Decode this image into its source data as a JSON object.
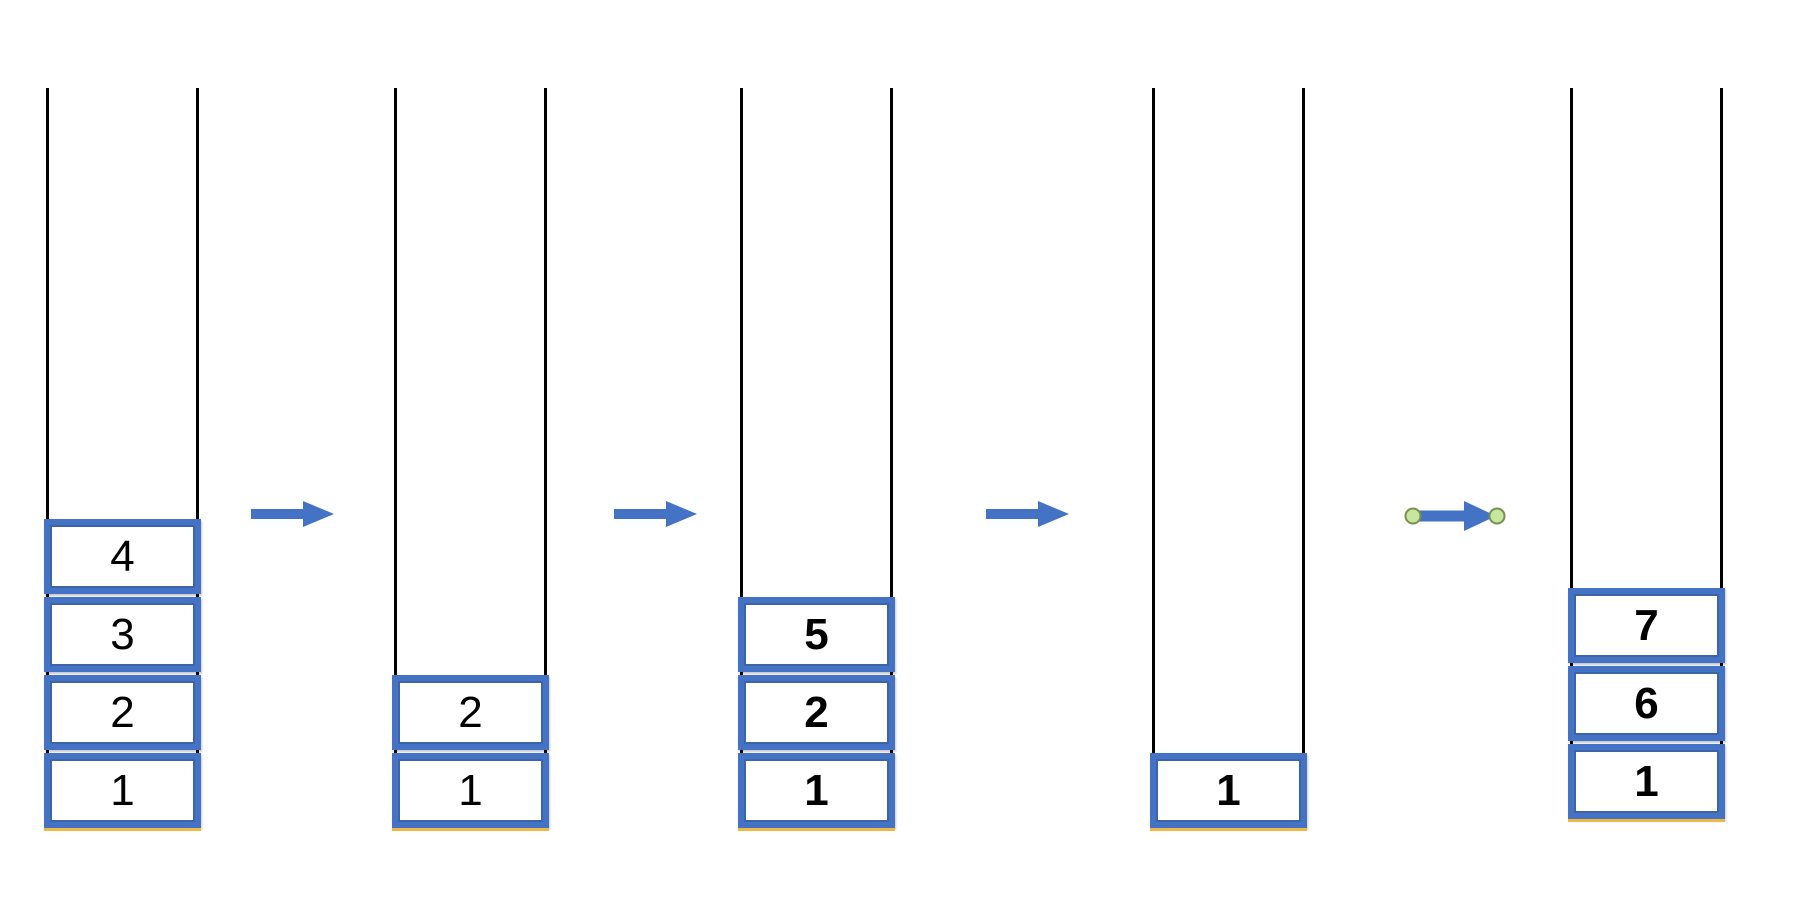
{
  "diagram": {
    "type": "stack-data-structure-states",
    "colors": {
      "background": "#FFFFFF",
      "wall": "#000000",
      "box_border": "#4472C4",
      "box_inner_line": "#3E64A8",
      "box_fill": "#FFFFFF",
      "text": "#000000",
      "arrow": "#4472C4",
      "base_line": "#EDB843",
      "handle_fill": "#C7E69E",
      "handle_border": "#76914E"
    },
    "stacks": [
      {
        "name": "stack-1",
        "items_top_to_bottom": [
          "4",
          "3",
          "2",
          "1"
        ],
        "bold": false
      },
      {
        "name": "stack-2",
        "items_top_to_bottom": [
          "2",
          "1"
        ],
        "bold": false
      },
      {
        "name": "stack-3",
        "items_top_to_bottom": [
          "5",
          "2",
          "1"
        ],
        "bold": true
      },
      {
        "name": "stack-4",
        "items_top_to_bottom": [
          "1"
        ],
        "bold": true
      },
      {
        "name": "stack-5",
        "items_top_to_bottom": [
          "7",
          "6",
          "1"
        ],
        "bold": true
      }
    ],
    "arrows": [
      {
        "name": "arrow-1",
        "direction": "right",
        "selected": false
      },
      {
        "name": "arrow-2",
        "direction": "right",
        "selected": false
      },
      {
        "name": "arrow-3",
        "direction": "right",
        "selected": false
      },
      {
        "name": "arrow-4",
        "direction": "right",
        "selected": true,
        "handles": "green-endpoint-circles"
      }
    ],
    "icons": {
      "arrow": "arrow-right-icon",
      "selection_handle": "selection-handle-icon"
    }
  }
}
